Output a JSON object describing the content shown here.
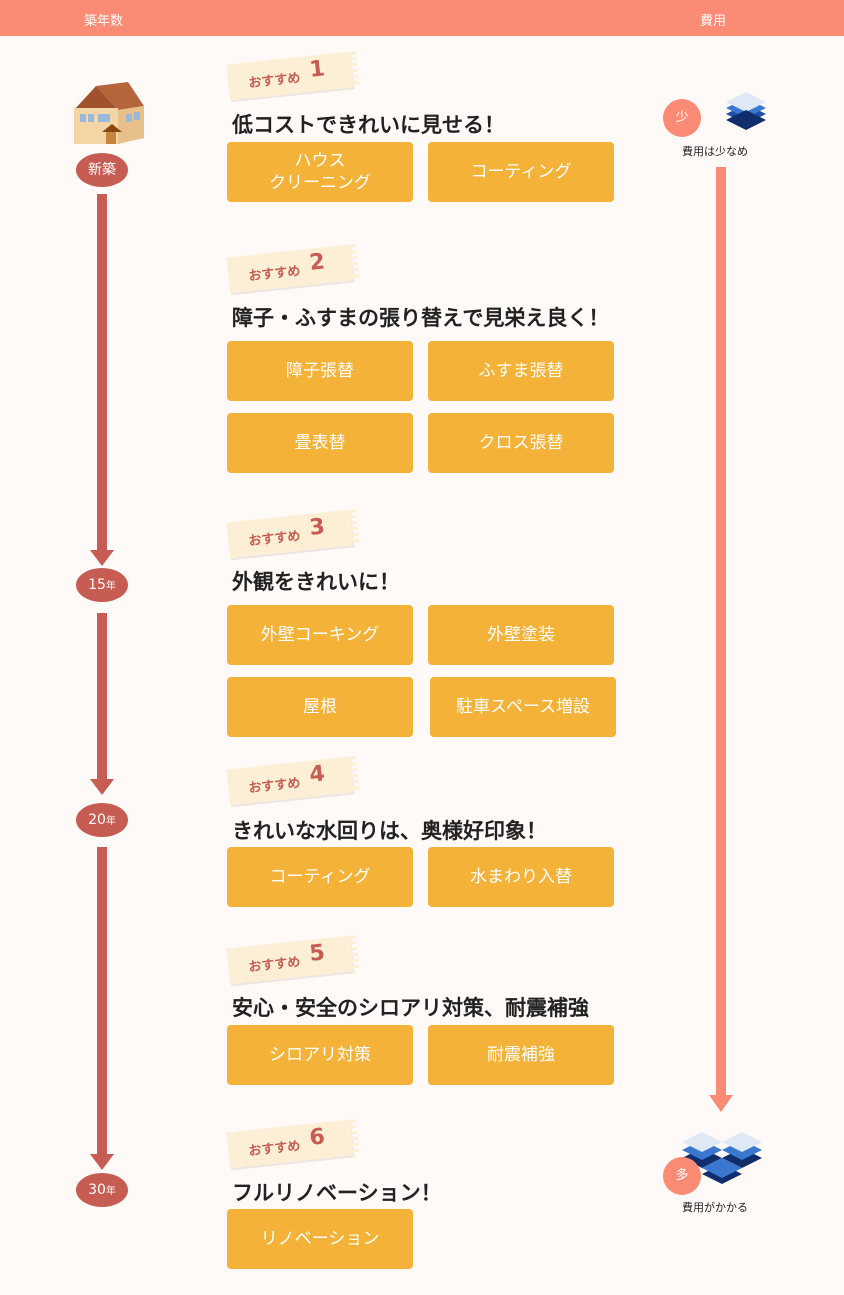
{
  "header": {
    "age_label": "築年数",
    "cost_label": "費用"
  },
  "timeline": {
    "new": "新築",
    "y15": {
      "num": "15",
      "unit": "年"
    },
    "y20": {
      "num": "20",
      "unit": "年"
    },
    "y30": {
      "num": "30",
      "unit": "年"
    }
  },
  "cost": {
    "low_circle": "少",
    "low_text": "費用は少なめ",
    "high_circle": "多",
    "high_text": "費用がかかる"
  },
  "sections": [
    {
      "tag": "おすすめ",
      "num": "1",
      "heading": "低コストできれいに見せる！",
      "buttons": [
        "ハウス\nクリーニング",
        "コーティング"
      ]
    },
    {
      "tag": "おすすめ",
      "num": "2",
      "heading": "障子・ふすまの張り替えで見栄え良く！",
      "buttons": [
        "障子張替",
        "ふすま張替",
        "畳表替",
        "クロス張替"
      ]
    },
    {
      "tag": "おすすめ",
      "num": "3",
      "heading": "外観をきれいに！",
      "buttons": [
        "外壁コーキング",
        "外壁塗装",
        "屋根",
        "駐車スペース増設"
      ]
    },
    {
      "tag": "おすすめ",
      "num": "4",
      "heading": "きれいな水回りは、奥様好印象！",
      "buttons": [
        "コーティング",
        "水まわり入替"
      ]
    },
    {
      "tag": "おすすめ",
      "num": "5",
      "heading": "安心・安全のシロアリ対策、耐震補強",
      "buttons": [
        "シロアリ対策",
        "耐震補強"
      ]
    },
    {
      "tag": "おすすめ",
      "num": "6",
      "heading": "フルリノベーション！",
      "buttons": [
        "リノベーション"
      ]
    }
  ],
  "colors": {
    "header": "#fb8b74",
    "pill": "#c65c52",
    "button": "#f5b238",
    "tag": "#fcefd5"
  }
}
